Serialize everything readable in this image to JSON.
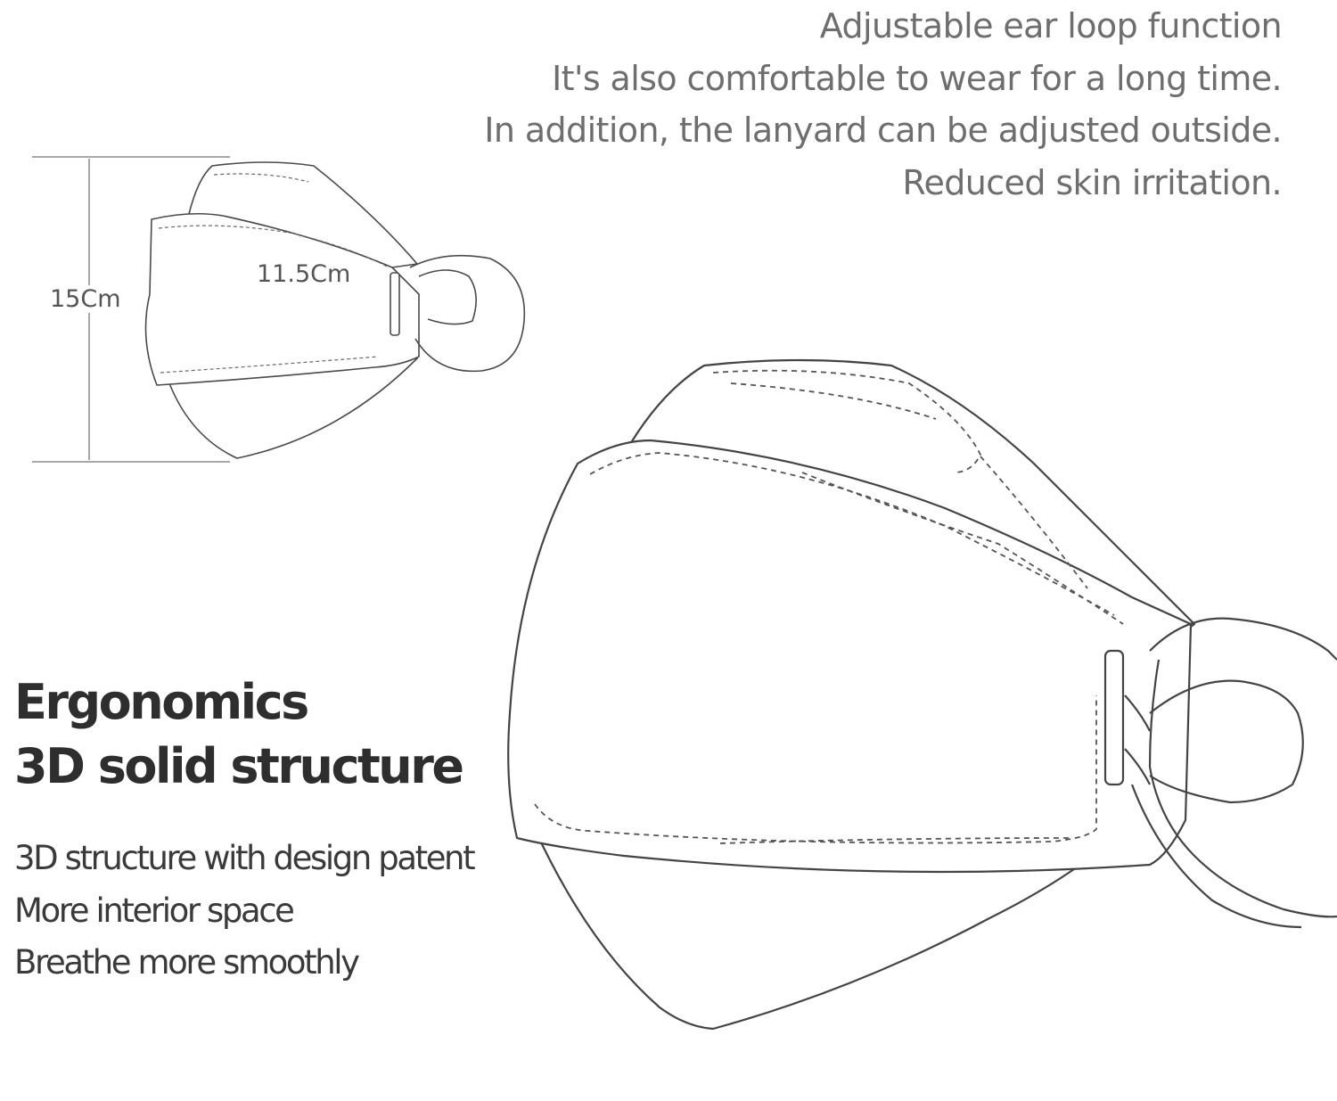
{
  "ear_loop_copy": [
    "Adjustable ear loop function",
    "It's also comfortable to wear for a long time.",
    "In addition, the lanyard can be adjusted outside.",
    "Reduced skin irritation."
  ],
  "heading": {
    "line1": "Ergonomics",
    "line2": "3D solid structure"
  },
  "features": [
    "3D structure with design patent",
    "More interior space",
    "Breathe more smoothly"
  ],
  "dimensions": {
    "height_label": "15Cm",
    "width_label": "11.5Cm"
  },
  "colors": {
    "outline": "#4a4a4a",
    "guide": "#8a8a8a",
    "body_text": "#3a3a3a",
    "caption_text": "#6e6e6e"
  }
}
